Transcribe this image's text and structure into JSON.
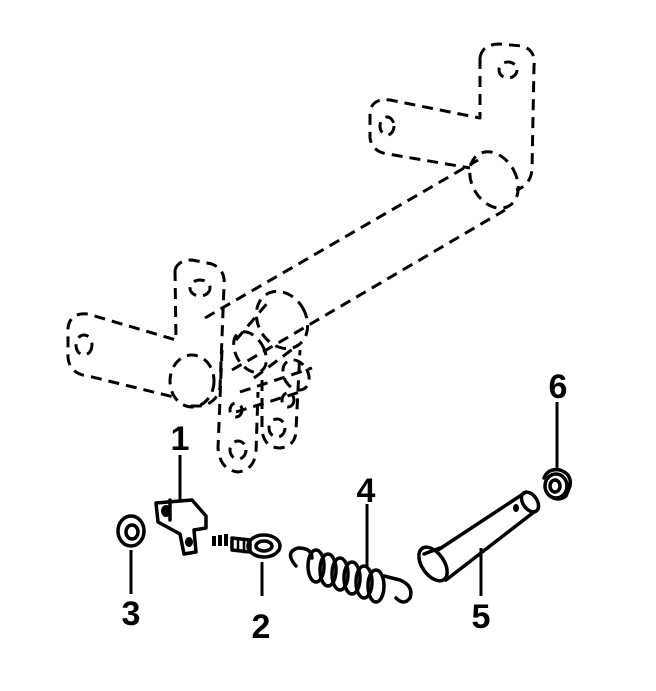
{
  "callouts": {
    "part1": "1",
    "part2": "2",
    "part3": "3",
    "part4": "4",
    "part5": "5",
    "part6": "6"
  },
  "colors": {
    "ink": "#000000",
    "paper": "#ffffff"
  }
}
